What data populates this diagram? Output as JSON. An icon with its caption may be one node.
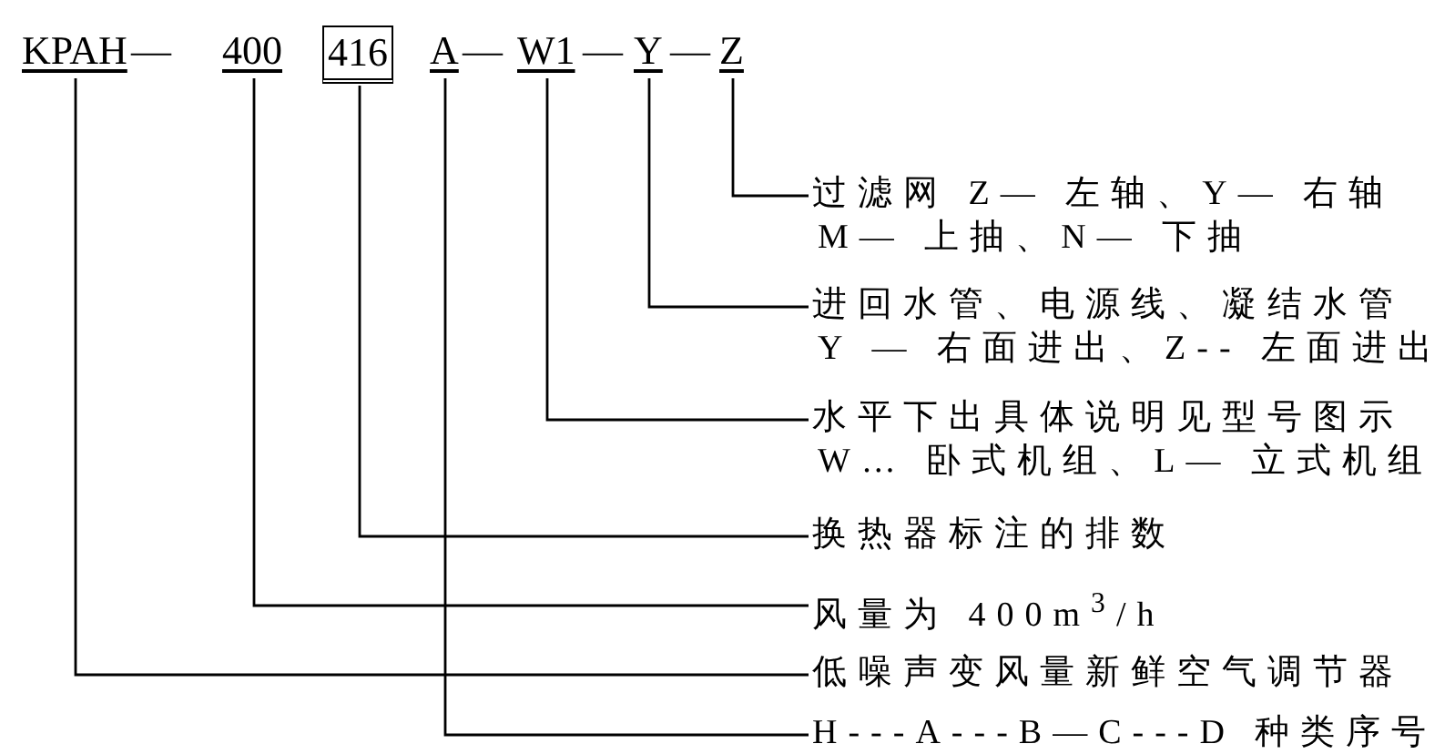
{
  "diagram": {
    "nodes": [
      {
        "text": [
          "KPAH"
        ]
      },
      {
        "text": [
          "400"
        ]
      },
      {
        "text": [
          "416"
        ]
      },
      {
        "text": [
          "A"
        ]
      },
      {
        "text": [
          "W1"
        ]
      },
      {
        "text": [
          "Y"
        ]
      },
      {
        "text": [
          "Z"
        ]
      },
      {
        "text": [
          "过滤网 Z— 左轴、Y— 右轴",
          "M— 上抽、N— 下抽"
        ]
      },
      {
        "text": [
          "进回水管、电源线、凝结水管",
          "Y — 右面进出、Z-- 左面进出"
        ]
      },
      {
        "text": [
          "水平下出具体说明见型号图示",
          "W… 卧式机组、L— 立式机组"
        ]
      },
      {
        "text": [
          "换热器标注的排数"
        ]
      },
      {
        "text": [
          "风量为 400m$^{3}$/h"
        ]
      },
      {
        "text": [
          "低噪声变风量新鲜空气调节器"
        ]
      },
      {
        "text": [
          "H---A---B—C---D 种类序号"
        ]
      }
    ],
    "edges": [
      {
        "from": 6,
        "to": 7,
        "arrow": "none"
      },
      {
        "from": 5,
        "to": 8,
        "arrow": "none"
      },
      {
        "from": 4,
        "to": 9,
        "arrow": "none"
      },
      {
        "from": 2,
        "to": 10,
        "arrow": "none"
      },
      {
        "from": 1,
        "to": 11,
        "arrow": "none"
      },
      {
        "from": 0,
        "to": 12,
        "arrow": "none"
      },
      {
        "from": 3,
        "to": 13,
        "arrow": "none"
      }
    ],
    "labels": [
      "—",
      "—",
      "—",
      "—"
    ]
  }
}
